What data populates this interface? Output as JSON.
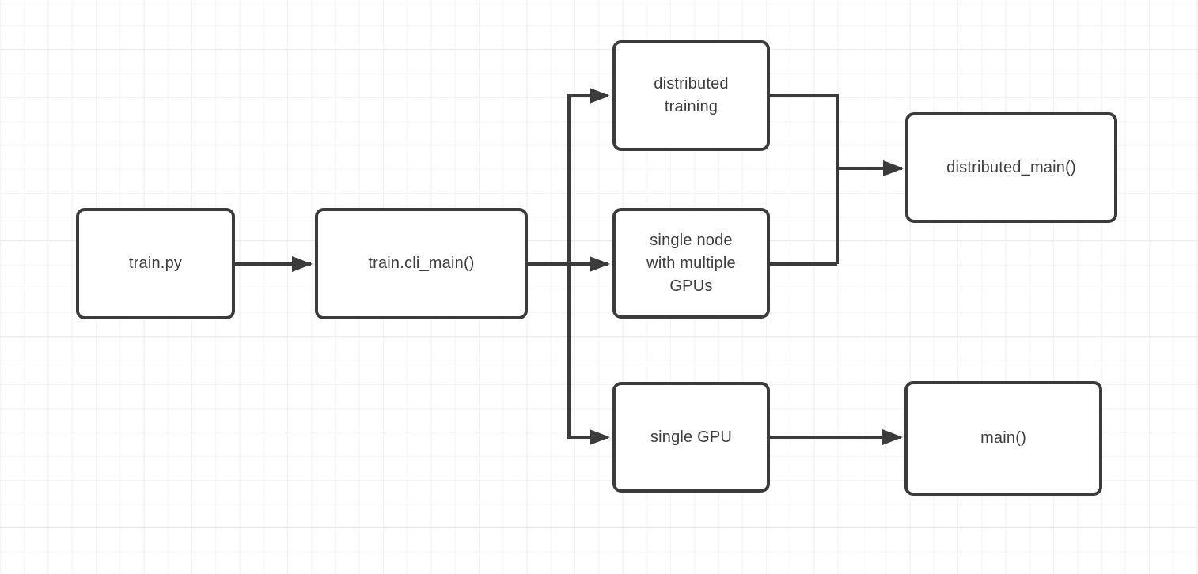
{
  "diagram": {
    "type": "flowchart",
    "nodes": [
      {
        "id": "train-py",
        "label": "train.py"
      },
      {
        "id": "train-cli-main",
        "label": "train.cli_main()"
      },
      {
        "id": "distributed-training",
        "label": "distributed\ntraining"
      },
      {
        "id": "single-node-multi-gpu",
        "label": "single node\nwith multiple\nGPUs"
      },
      {
        "id": "single-gpu",
        "label": "single GPU"
      },
      {
        "id": "distributed-main",
        "label": "distributed_main()"
      },
      {
        "id": "main",
        "label": "main()"
      }
    ],
    "edges": [
      {
        "from": "train.py",
        "to": "train.cli_main()"
      },
      {
        "from": "train.cli_main()",
        "to": "distributed training"
      },
      {
        "from": "train.cli_main()",
        "to": "single node with multiple GPUs"
      },
      {
        "from": "train.cli_main()",
        "to": "single GPU"
      },
      {
        "from": "distributed training",
        "to": "distributed_main()"
      },
      {
        "from": "single node with multiple GPUs",
        "to": "distributed_main()"
      },
      {
        "from": "single GPU",
        "to": "main()"
      }
    ],
    "colors": {
      "node_border": "#3b3b3b",
      "node_fill": "#ffffff",
      "text": "#3c3c3c",
      "connector": "#3b3b3b",
      "grid_minor": "#f4f4f4",
      "grid_major": "#ececec",
      "background": "#ffffff"
    }
  }
}
